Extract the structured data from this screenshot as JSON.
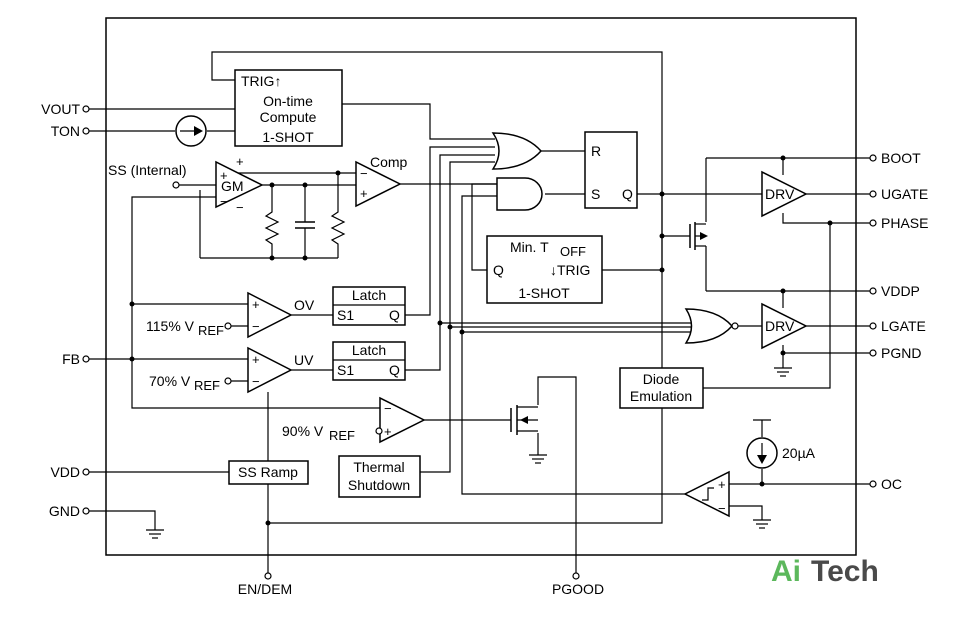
{
  "pins": {
    "vout": "VOUT",
    "ton": "TON",
    "fb": "FB",
    "vdd": "VDD",
    "gnd": "GND",
    "boot": "BOOT",
    "ugate": "UGATE",
    "phase": "PHASE",
    "vddp": "VDDP",
    "lgate": "LGATE",
    "pgnd": "PGND",
    "oc": "OC",
    "en_dem": "EN/DEM",
    "pgood": "PGOOD"
  },
  "blocks": {
    "oneshot_trig": "TRIG↑",
    "oneshot_line1": "On-time",
    "oneshot_line2": "Compute",
    "oneshot_line3": "1-SHOT",
    "ff_r": "R",
    "ff_s": "S",
    "ff_q": "Q",
    "mintoff_title": "Min. T",
    "mintoff_sub": "OFF",
    "mintoff_q": "Q",
    "mintoff_trig": "↓TRIG",
    "mintoff_oneshot": "1-SHOT",
    "latch1_title": "Latch",
    "latch1_s1": "S1",
    "latch1_q": "Q",
    "latch2_title": "Latch",
    "latch2_s1": "S1",
    "latch2_q": "Q",
    "ss_ramp": "SS Ramp",
    "thermal_line1": "Thermal",
    "thermal_line2": "Shutdown",
    "diode_line1": "Diode",
    "diode_line2": "Emulation",
    "drv_high": "DRV",
    "drv_low": "DRV",
    "gm": "GM"
  },
  "labels": {
    "ss_internal": "SS (Internal)",
    "comp": "Comp",
    "ov": "OV",
    "uv": "UV",
    "ref115_prefix": "115% V",
    "ref70_prefix": "70% V",
    "ref90_prefix": "90% V",
    "ref_sub": "REF",
    "current_source": "20µA",
    "plus": "+",
    "minus": "−"
  },
  "logo": {
    "part1": "Ai",
    "part2": "Tech"
  }
}
